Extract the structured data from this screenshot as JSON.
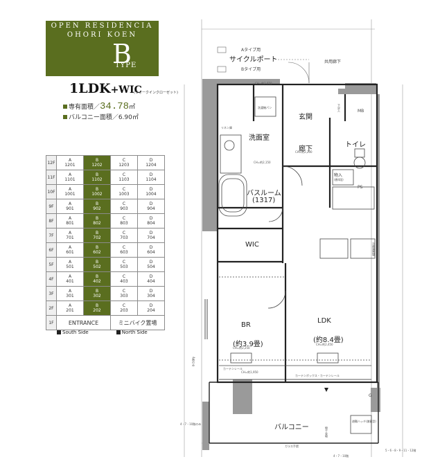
{
  "brand": {
    "line1": "OPEN RESIDENCIA",
    "line2": "OHORI KOEN"
  },
  "type": {
    "letter": "B",
    "word": "TYPE"
  },
  "plan_type": {
    "main": "1LDK",
    "plus": "+WIC",
    "sub": "(ウォークインクローゼット)"
  },
  "areas": {
    "private_label": "専有面積／",
    "private_value": "34.78",
    "private_unit": "㎡",
    "balcony_label": "バルコニー面積／",
    "balcony_value": "6.90",
    "balcony_unit": "㎡"
  },
  "floor_table": {
    "rows": [
      {
        "floor": "12F",
        "units": [
          [
            "A",
            "1201"
          ],
          [
            "B",
            "1202"
          ],
          [
            "C",
            "1203"
          ],
          [
            "D",
            "1204"
          ]
        ]
      },
      {
        "floor": "11F",
        "units": [
          [
            "A",
            "1101"
          ],
          [
            "B",
            "1102"
          ],
          [
            "C",
            "1103"
          ],
          [
            "D",
            "1104"
          ]
        ]
      },
      {
        "floor": "10F",
        "units": [
          [
            "A",
            "1001"
          ],
          [
            "B",
            "1002"
          ],
          [
            "C",
            "1003"
          ],
          [
            "D",
            "1004"
          ]
        ]
      },
      {
        "floor": "9F",
        "units": [
          [
            "A",
            "901"
          ],
          [
            "B",
            "902"
          ],
          [
            "C",
            "903"
          ],
          [
            "D",
            "904"
          ]
        ]
      },
      {
        "floor": "8F",
        "units": [
          [
            "A",
            "801"
          ],
          [
            "B",
            "802"
          ],
          [
            "C",
            "803"
          ],
          [
            "D",
            "804"
          ]
        ]
      },
      {
        "floor": "7F",
        "units": [
          [
            "A",
            "701"
          ],
          [
            "B",
            "702"
          ],
          [
            "C",
            "703"
          ],
          [
            "D",
            "704"
          ]
        ]
      },
      {
        "floor": "6F",
        "units": [
          [
            "A",
            "601"
          ],
          [
            "B",
            "602"
          ],
          [
            "C",
            "603"
          ],
          [
            "D",
            "604"
          ]
        ]
      },
      {
        "floor": "5F",
        "units": [
          [
            "A",
            "501"
          ],
          [
            "B",
            "502"
          ],
          [
            "C",
            "503"
          ],
          [
            "D",
            "504"
          ]
        ]
      },
      {
        "floor": "4F",
        "units": [
          [
            "A",
            "401"
          ],
          [
            "B",
            "402"
          ],
          [
            "C",
            "403"
          ],
          [
            "D",
            "404"
          ]
        ]
      },
      {
        "floor": "3F",
        "units": [
          [
            "A",
            "301"
          ],
          [
            "B",
            "302"
          ],
          [
            "C",
            "303"
          ],
          [
            "D",
            "304"
          ]
        ]
      },
      {
        "floor": "2F",
        "units": [
          [
            "A",
            "201"
          ],
          [
            "B",
            "202"
          ],
          [
            "C",
            "203"
          ],
          [
            "D",
            "204"
          ]
        ]
      }
    ],
    "ground": {
      "floor": "1F",
      "entrance": "ENTRANCE",
      "bike": "ミニバイク置場"
    }
  },
  "legend": {
    "south": "South Side",
    "north": "North Side"
  },
  "plan_labels": {
    "cycle_port": "サイクルポート",
    "a_type": "Aタイプ用",
    "b_type": "Bタイプ用",
    "common_corridor": "共用廊下",
    "mb": "MB",
    "entrance": "玄関",
    "shoe_box": "下足入",
    "laundry": "洗濯機パン",
    "linen": "リネン庫",
    "washroom": "洗面室",
    "hallway": "廊下",
    "toilet": "トイレ",
    "storage": "物入",
    "storage_sub": "(棚4段)",
    "ps": "PS",
    "bathroom": "バスルーム",
    "bathroom_size": "(1317)",
    "wic": "WIC",
    "br": "BR",
    "br_size": "(約3.9畳)",
    "ldk": "LDK",
    "ldk_size": "(約8.4畳)",
    "curtain_rail": "カーテンレール",
    "curtain_box": "カーテンボックス・カーテンレール",
    "balcony": "バルコニー",
    "glass_rail": "ガラス手摺",
    "evac_hatch": "避難ハッチ(美観型)",
    "drying": "物干金物",
    "g": "G",
    "refrigerator": "冷蔵庫置場",
    "note_floors_1": "4・7・10階のみ",
    "note_floors_2": "4・7・10階",
    "note_floors_3": "5・6・8・9・11・12階",
    "note_floors_4": "4階のみ",
    "ch_1": "CH=約2,650",
    "ch_2": "CH=約2,150",
    "ch_3": "CH=約2,200",
    "ch_4": "CH=約2,450",
    "ch_5": "CH=約1,950",
    "ch_6": "CH=約2,250"
  }
}
